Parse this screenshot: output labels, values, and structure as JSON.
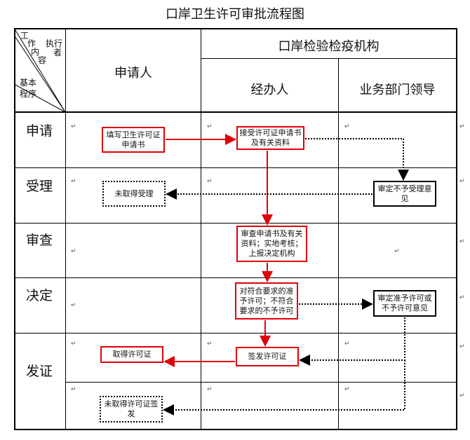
{
  "title": "口岸卫生许可审批流程图",
  "header": {
    "corner_top_a": "工",
    "corner_top_b": "作",
    "corner_top_c": "内",
    "corner_top_d": "容",
    "corner_exec_a": "执行",
    "corner_exec_b": "者",
    "corner_base_a": "基本",
    "corner_base_b": "程序",
    "applicant": "申请人",
    "agency": "口岸检验检疫机构",
    "handler": "经办人",
    "leader": "业务部门领导"
  },
  "stages": {
    "apply": "申请",
    "accept": "受理",
    "review": "审查",
    "decide": "决定",
    "issue": "发证"
  },
  "boxes": {
    "fill_form": "填写卫生许可证申请书",
    "receive": "接受许可证申请书及有关资料",
    "not_accepted": "未取得受理",
    "reject_opinion": "审定不予受理意见",
    "review_docs": "审查申请书及有关资料；实地考核；上报决定机构",
    "decision": "对符合要求的准予许可；不符合要求的不予许可",
    "approve_opinion": "审定准予许可或不予许可意见",
    "obtain_cert": "取得许可证",
    "issue_cert": "签发许可证",
    "no_cert": "未取得许可证签发"
  },
  "colors": {
    "red": "#e0000a",
    "black": "#000000"
  }
}
